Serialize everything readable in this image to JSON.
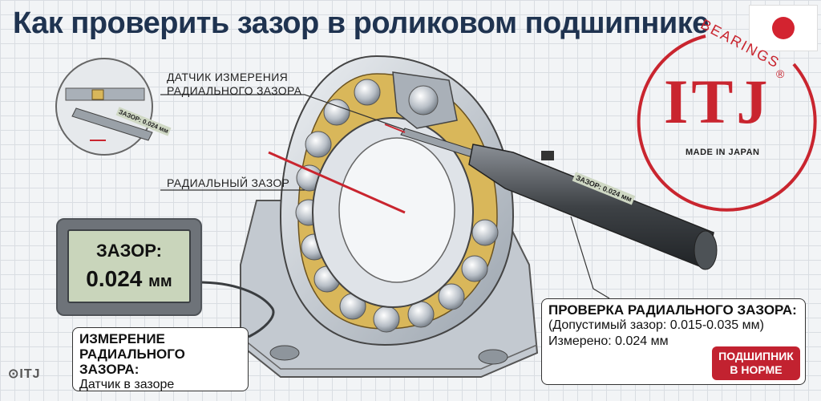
{
  "title": "Как проверить зазор в роликовом подшипнике",
  "callouts": {
    "sensor_line1": "ДАТЧИК ИЗМЕРЕНИЯ",
    "sensor_line2": "РАДИАЛЬНОГО ЗАЗОРА",
    "radial_gap": "РАДИАЛЬНЫЙ ЗАЗОР"
  },
  "lcd": {
    "label": "ЗАЗОР:",
    "value": "0.024",
    "unit": "мм"
  },
  "measurement_box": {
    "heading_line1": "ИЗМЕРЕНИЕ",
    "heading_line2": "РАДИАЛЬНОГО ЗАЗОРА:",
    "text": "Датчик в зазоре"
  },
  "check_box": {
    "heading": "ПРОВЕРКА РАДИАЛЬНОГО ЗАЗОРА:",
    "allowed": "(Допустимый зазор: 0.015-0.035 мм)",
    "measured": "Измерено: 0.024 мм"
  },
  "status_badge": {
    "line1": "ПОДШИПНИК",
    "line2": "В НОРМЕ"
  },
  "probe_label": "ЗАЗОР: 0.024 мм",
  "inset_label": "ЗАЗОР: 0.024 мм",
  "logo": {
    "brand": "ITJ",
    "ring_text": "BEARINGS",
    "tagline": "MADE IN JAPAN",
    "reg_mark": "®",
    "small": "⊙ITJ"
  },
  "colors": {
    "title": "#1f3350",
    "accent_red": "#c9252f",
    "lcd_screen": "#c9d5bb",
    "cage_gold": "#d9b75a",
    "steel": "#b9c0c8"
  },
  "icons": [
    "logo-ring-icon",
    "japan-flag-icon"
  ]
}
